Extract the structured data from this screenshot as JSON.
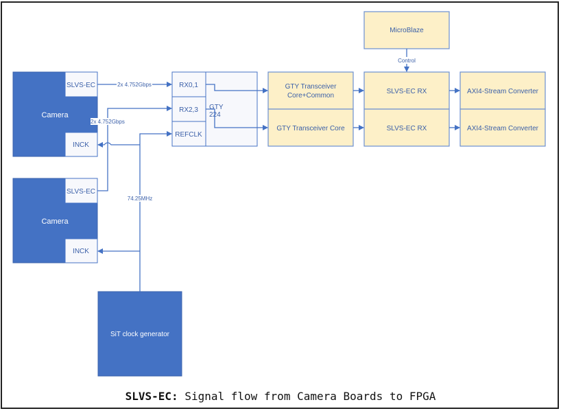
{
  "caption": {
    "bold": "SLVS-EC:",
    "rest": " Signal flow from Camera Boards to FPGA"
  },
  "camera1": {
    "label": "Camera",
    "slvs_port": "SLVS-EC",
    "inck_port": "INCK"
  },
  "camera2": {
    "label": "Camera",
    "slvs_port": "SLVS-EC",
    "inck_port": "INCK"
  },
  "clock_gen": {
    "label": "SiT clock generator"
  },
  "gty": {
    "label_line1": "GTY",
    "label_line2": "224",
    "ports": [
      "RX0,1",
      "RX2,3",
      "REFCLK"
    ]
  },
  "microblaze": {
    "label": "MicroBlaze"
  },
  "transceivers": {
    "top_line1": "GTY Transceiver",
    "top_line2": "Core+Common",
    "bottom": "GTY Transceiver Core"
  },
  "slvs_rx": [
    "SLVS-EC RX",
    "SLVS-EC RX"
  ],
  "axi": [
    "AXI4-Stream Converter",
    "AXI4-Stream Converter"
  ],
  "links": {
    "cam1_data": "2x 4.752Gbps",
    "cam2_data": "2x 4.752Gbps",
    "clock": "74.25MHz",
    "control": "Control"
  },
  "colors": {
    "camera_blue": "#4472c4",
    "fpga_block": "#fdf0c8",
    "wire": "#4472c4"
  }
}
